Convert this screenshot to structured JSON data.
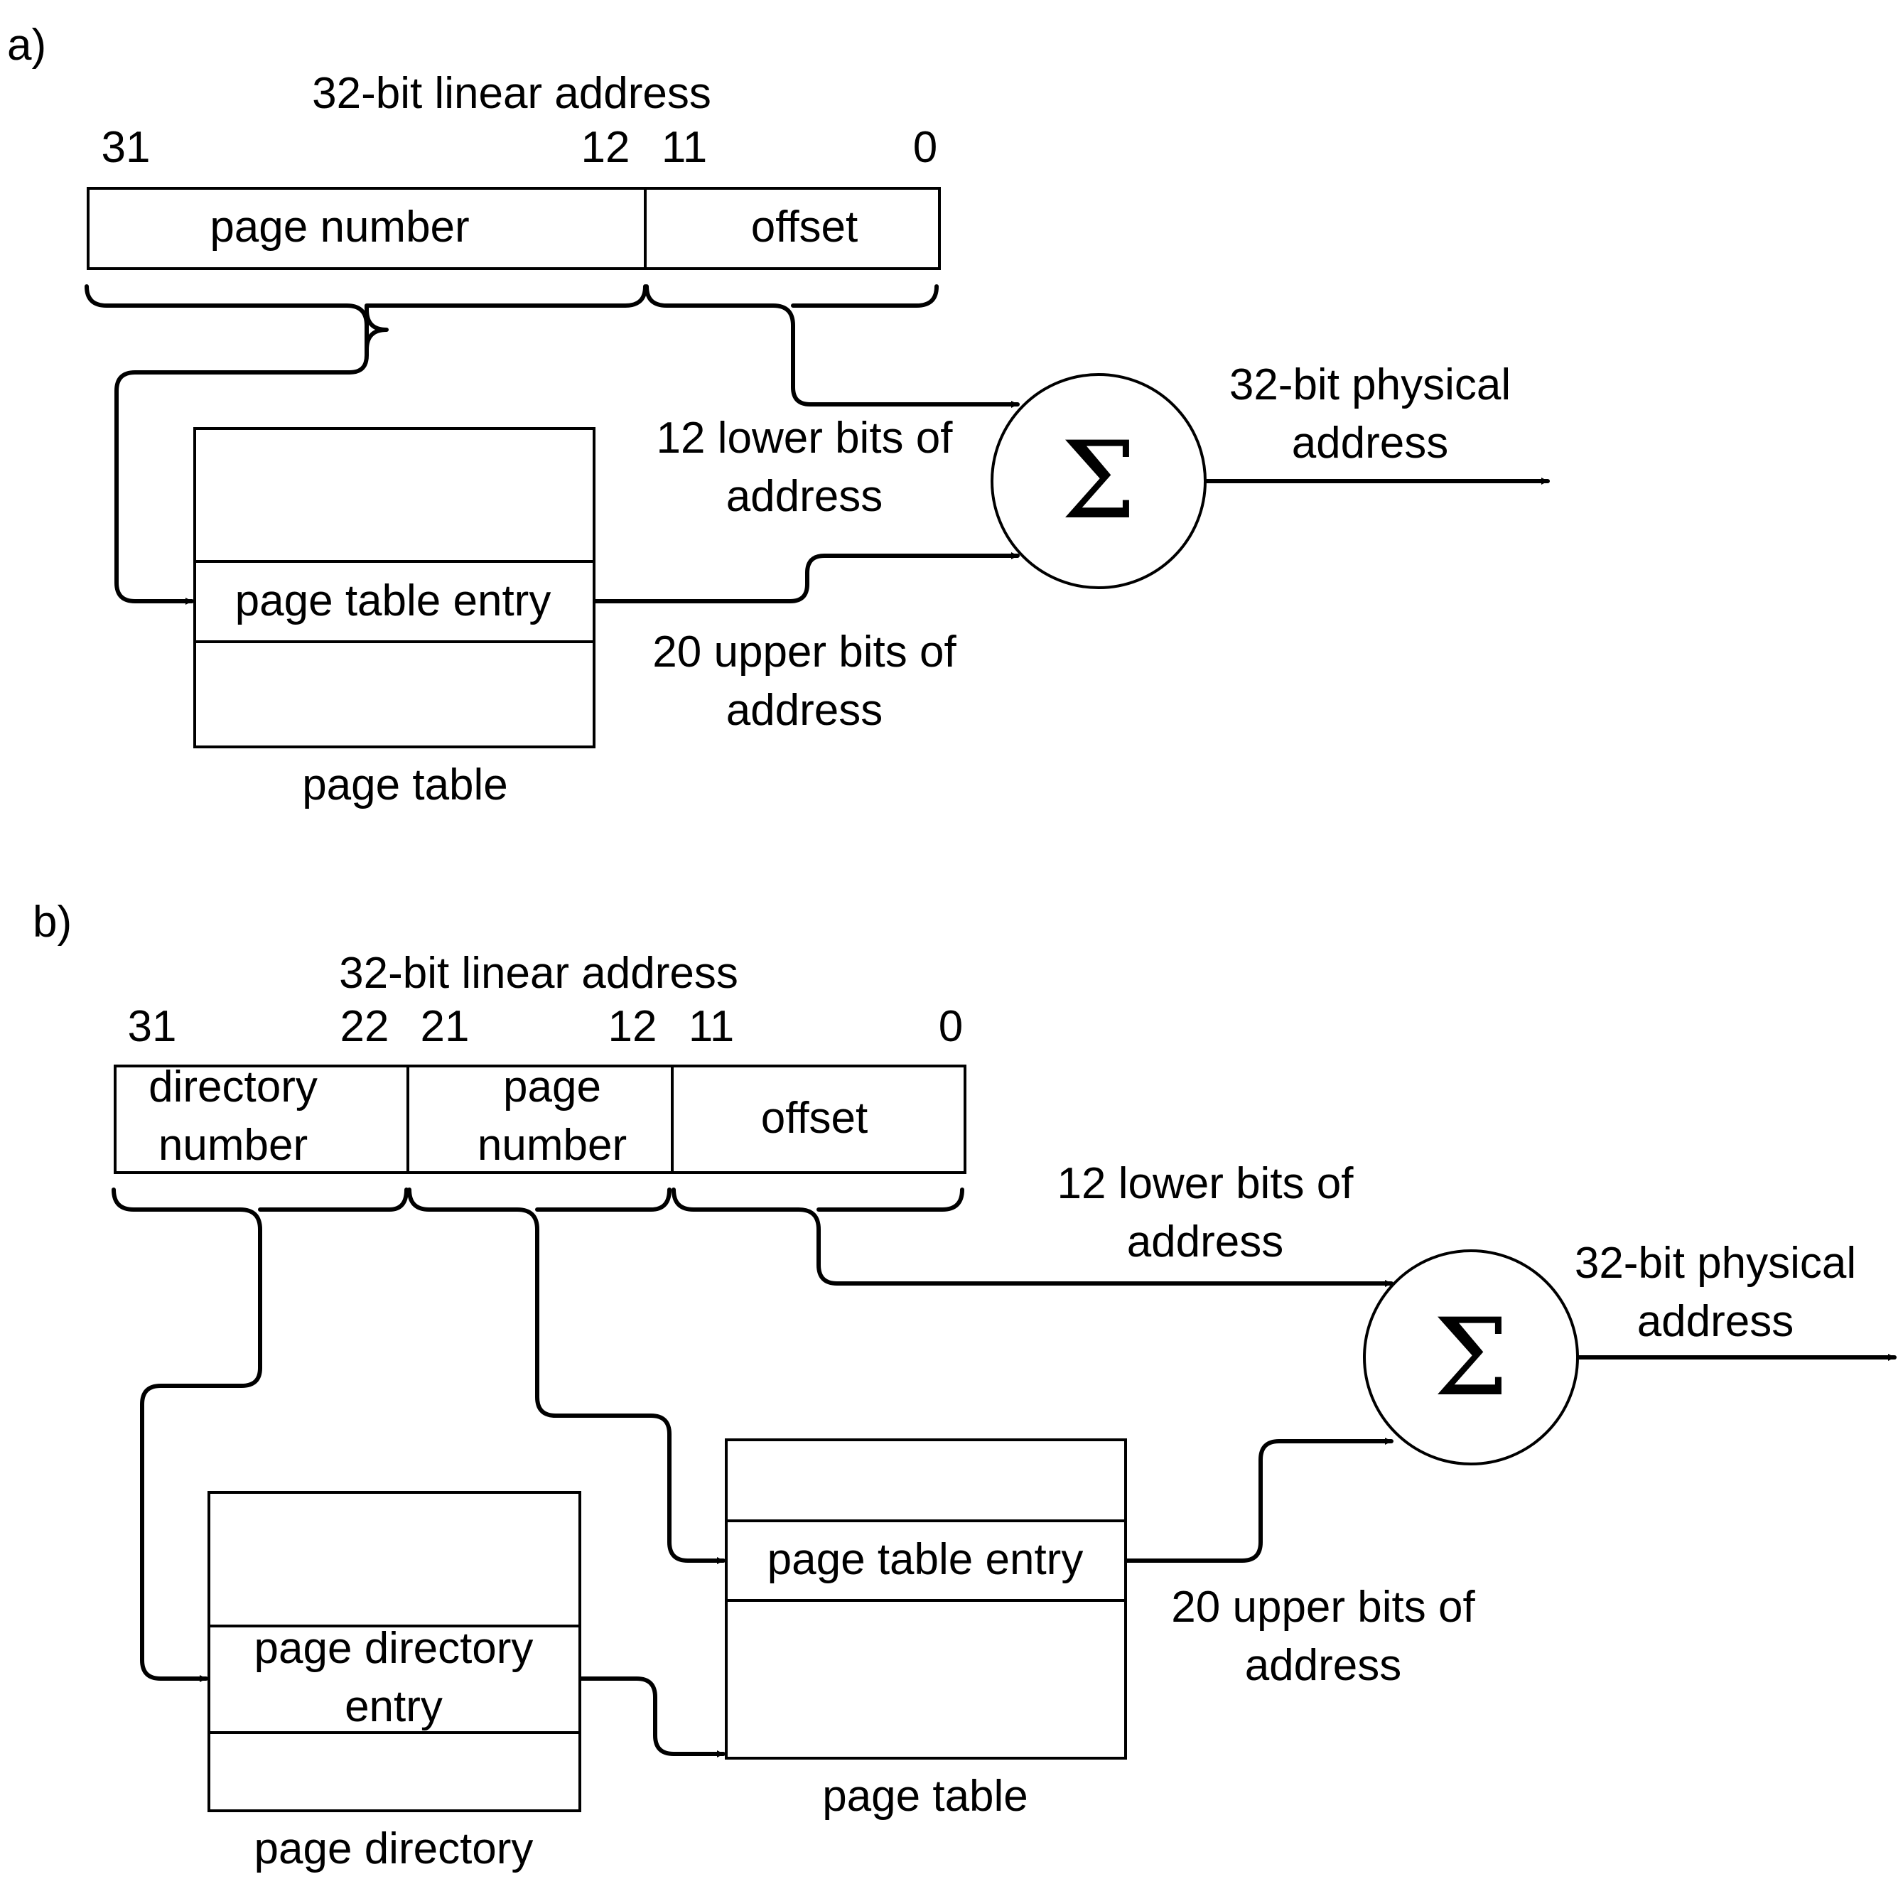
{
  "panel_a": {
    "label": "a)",
    "linear_address_title": "32-bit linear address",
    "bits": {
      "b31": "31",
      "b12": "12",
      "b11": "11",
      "b0": "0"
    },
    "fields": {
      "page_number": "page number",
      "offset": "offset"
    },
    "table": {
      "entry": "page table entry",
      "caption": "page table"
    },
    "lower_bits": {
      "line1": "12 lower bits of",
      "line2": "address"
    },
    "upper_bits": {
      "line1": "20 upper bits of",
      "line2": "address"
    },
    "adder_symbol": "Σ",
    "physical_address": {
      "line1": "32-bit physical",
      "line2": "address"
    }
  },
  "panel_b": {
    "label": "b)",
    "linear_address_title": "32-bit linear address",
    "bits": {
      "b31": "31",
      "b22": "22",
      "b21": "21",
      "b12": "12",
      "b11": "11",
      "b0": "0"
    },
    "fields": {
      "directory_number": {
        "line1": "directory",
        "line2": "number"
      },
      "page_number": {
        "line1": "page",
        "line2": "number"
      },
      "offset": "offset"
    },
    "directory": {
      "entry_line1": "page directory",
      "entry_line2": "entry",
      "caption": "page directory"
    },
    "table": {
      "entry": "page table entry",
      "caption": "page table"
    },
    "lower_bits": {
      "line1": "12 lower bits of",
      "line2": "address"
    },
    "upper_bits": {
      "line1": "20 upper bits of",
      "line2": "address"
    },
    "adder_symbol": "Σ",
    "physical_address": {
      "line1": "32-bit physical",
      "line2": "address"
    }
  }
}
